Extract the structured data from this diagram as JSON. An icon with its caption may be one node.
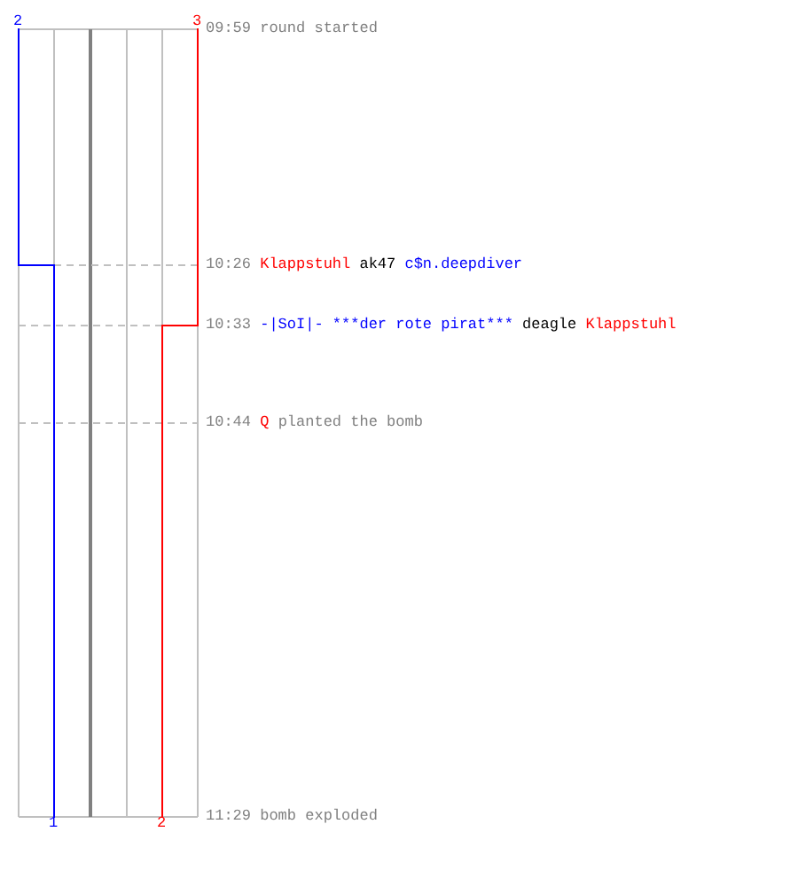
{
  "diagram": {
    "labels": [
      "2",
      "3",
      "09:59",
      "round started",
      "10:26",
      "Klappstuhl",
      "ak47",
      "c$n.deepdiver",
      "10:33",
      "-|SoI|- ***der rote pirat***",
      "deagle",
      "Klappstuhl",
      "10:44",
      "Q",
      "planted the bomb",
      "1",
      "2",
      "11:29",
      "bomb exploded"
    ]
  }
}
